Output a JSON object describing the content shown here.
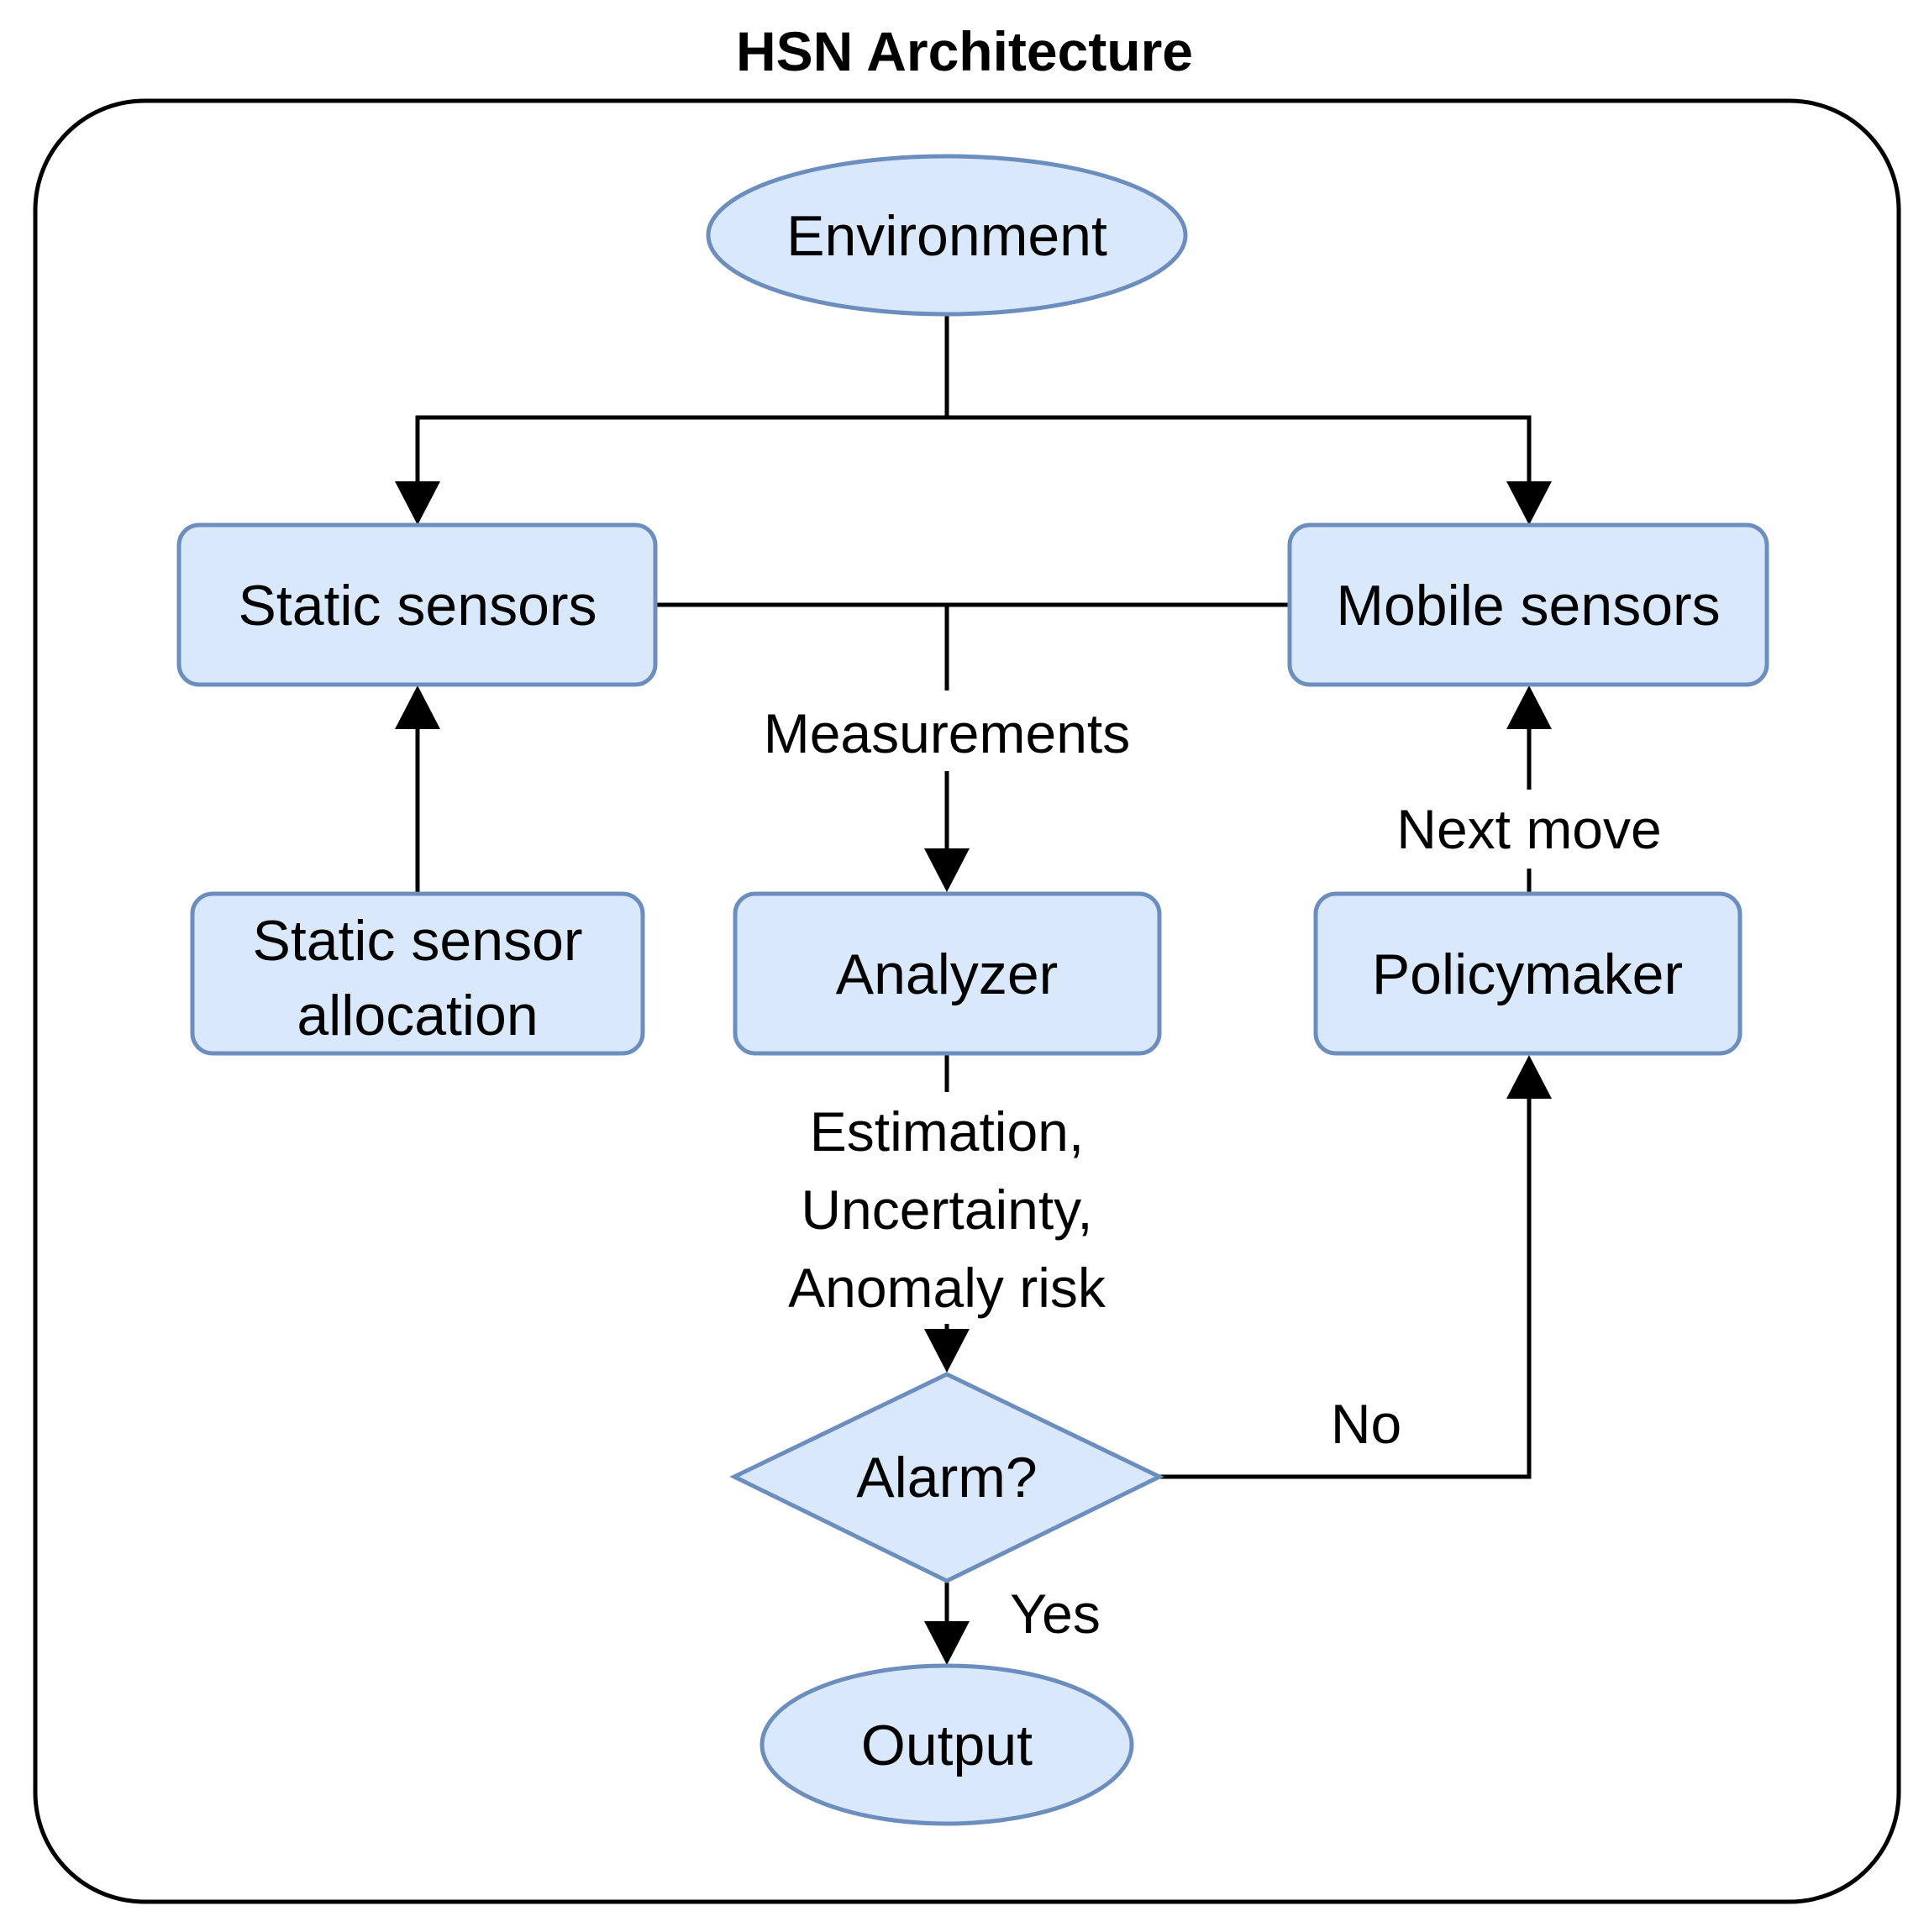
{
  "title": "HSN Architecture",
  "colors": {
    "node_fill": "#dae8fc",
    "node_stroke": "#6c8ebf",
    "frame_stroke": "#000000",
    "edge": "#000000"
  },
  "nodes": {
    "environment": "Environment",
    "static_sensors": "Static sensors",
    "mobile_sensors": "Mobile sensors",
    "static_allocation": [
      "Static sensor",
      "allocation"
    ],
    "analyzer": "Analyzer",
    "policymaker": "Policymaker",
    "alarm": "Alarm?",
    "output": "Output"
  },
  "edge_labels": {
    "measurements": "Measurements",
    "next_move": "Next move",
    "estimation": [
      "Estimation,",
      "Uncertainty,",
      "Anomaly risk"
    ],
    "no": "No",
    "yes": "Yes"
  }
}
